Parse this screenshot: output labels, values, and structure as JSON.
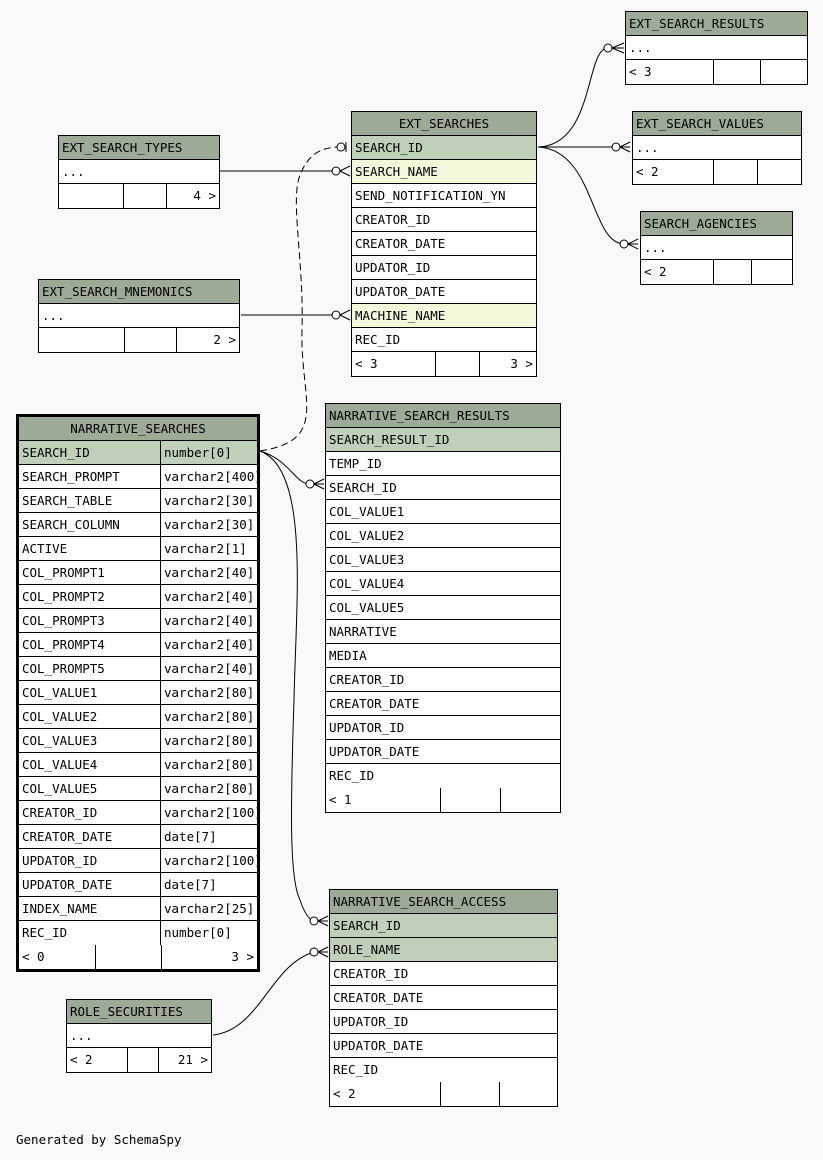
{
  "tables": {
    "ext_search_results": {
      "title": "EXT_SEARCH_RESULTS",
      "rows": [
        "..."
      ],
      "footer": [
        "< 3",
        "",
        ""
      ]
    },
    "ext_search_values": {
      "title": "EXT_SEARCH_VALUES",
      "rows": [
        "..."
      ],
      "footer": [
        "< 2",
        "",
        ""
      ]
    },
    "search_agencies": {
      "title": "SEARCH_AGENCIES",
      "rows": [
        "..."
      ],
      "footer": [
        "< 2",
        "",
        ""
      ]
    },
    "ext_search_types": {
      "title": "EXT_SEARCH_TYPES",
      "rows": [
        "..."
      ],
      "footer": [
        "",
        "",
        "4 >"
      ]
    },
    "ext_search_mnemonics": {
      "title": "EXT_SEARCH_MNEMONICS",
      "rows": [
        "..."
      ],
      "footer": [
        "",
        "",
        "2 >"
      ]
    },
    "ext_searches": {
      "title": "EXT_SEARCHES",
      "rows": [
        "SEARCH_ID",
        "SEARCH_NAME",
        "SEND_NOTIFICATION_YN",
        "CREATOR_ID",
        "CREATOR_DATE",
        "UPDATOR_ID",
        "UPDATOR_DATE",
        "MACHINE_NAME",
        "REC_ID"
      ],
      "footer": [
        "< 3",
        "",
        "3 >"
      ]
    },
    "narrative_searches": {
      "title": "NARRATIVE_SEARCHES",
      "rows": [
        {
          "name": "SEARCH_ID",
          "type": "number[0]"
        },
        {
          "name": "SEARCH_PROMPT",
          "type": "varchar2[400]"
        },
        {
          "name": "SEARCH_TABLE",
          "type": "varchar2[30]"
        },
        {
          "name": "SEARCH_COLUMN",
          "type": "varchar2[30]"
        },
        {
          "name": "ACTIVE",
          "type": "varchar2[1]"
        },
        {
          "name": "COL_PROMPT1",
          "type": "varchar2[40]"
        },
        {
          "name": "COL_PROMPT2",
          "type": "varchar2[40]"
        },
        {
          "name": "COL_PROMPT3",
          "type": "varchar2[40]"
        },
        {
          "name": "COL_PROMPT4",
          "type": "varchar2[40]"
        },
        {
          "name": "COL_PROMPT5",
          "type": "varchar2[40]"
        },
        {
          "name": "COL_VALUE1",
          "type": "varchar2[80]"
        },
        {
          "name": "COL_VALUE2",
          "type": "varchar2[80]"
        },
        {
          "name": "COL_VALUE3",
          "type": "varchar2[80]"
        },
        {
          "name": "COL_VALUE4",
          "type": "varchar2[80]"
        },
        {
          "name": "COL_VALUE5",
          "type": "varchar2[80]"
        },
        {
          "name": "CREATOR_ID",
          "type": "varchar2[100]"
        },
        {
          "name": "CREATOR_DATE",
          "type": "date[7]"
        },
        {
          "name": "UPDATOR_ID",
          "type": "varchar2[100]"
        },
        {
          "name": "UPDATOR_DATE",
          "type": "date[7]"
        },
        {
          "name": "INDEX_NAME",
          "type": "varchar2[25]"
        },
        {
          "name": "REC_ID",
          "type": "number[0]"
        }
      ],
      "footer": [
        "< 0",
        "",
        "3 >"
      ]
    },
    "narrative_search_results": {
      "title": "NARRATIVE_SEARCH_RESULTS",
      "rows": [
        "SEARCH_RESULT_ID",
        "TEMP_ID",
        "SEARCH_ID",
        "COL_VALUE1",
        "COL_VALUE2",
        "COL_VALUE3",
        "COL_VALUE4",
        "COL_VALUE5",
        "NARRATIVE",
        "MEDIA",
        "CREATOR_ID",
        "CREATOR_DATE",
        "UPDATOR_ID",
        "UPDATOR_DATE",
        "REC_ID"
      ],
      "footer": [
        "< 1",
        "",
        ""
      ]
    },
    "narrative_search_access": {
      "title": "NARRATIVE_SEARCH_ACCESS",
      "rows": [
        "SEARCH_ID",
        "ROLE_NAME",
        "CREATOR_ID",
        "CREATOR_DATE",
        "UPDATOR_ID",
        "UPDATOR_DATE",
        "REC_ID"
      ],
      "footer": [
        "< 2",
        "",
        ""
      ]
    },
    "role_securities": {
      "title": "ROLE_SECURITIES",
      "rows": [
        "..."
      ],
      "footer": [
        "< 2",
        "",
        "21 >"
      ]
    }
  },
  "colors": {
    "header": "#9bab96",
    "primary_key": "#bed1b8",
    "indexed": "#f4f7da",
    "background": "#f9f9f9"
  },
  "credit": "Generated by SchemaSpy"
}
